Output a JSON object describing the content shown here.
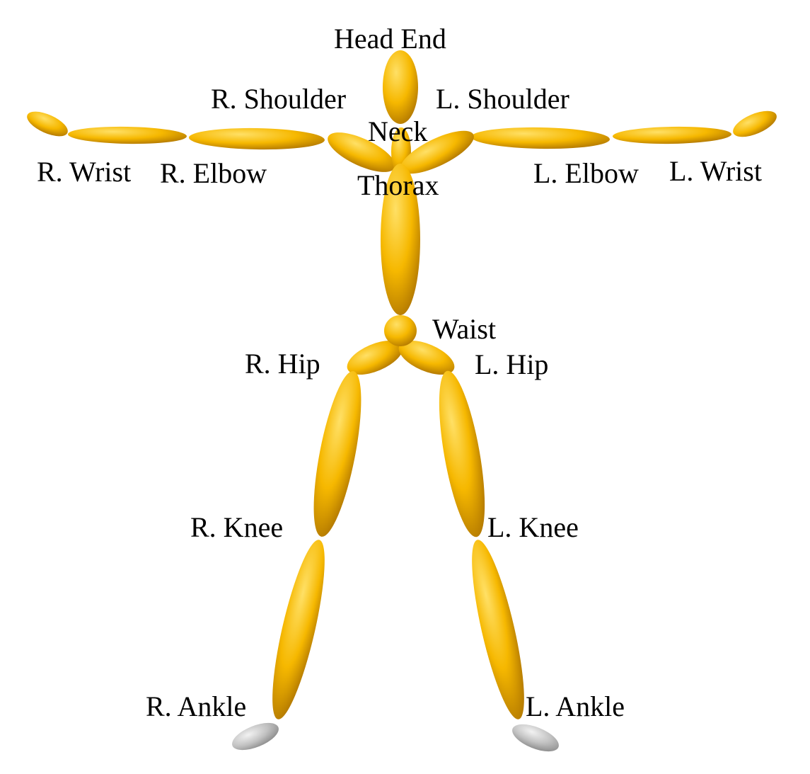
{
  "colors": {
    "bone_light": "#FFE066",
    "bone_mid": "#F6B800",
    "bone_dark": "#B27800",
    "foot_light": "#F2F2F2",
    "foot_mid": "#C2C2C2",
    "foot_dark": "#8C8C8C",
    "label": "#000000",
    "background": "#FFFFFF"
  },
  "labels": {
    "head_end": "Head End",
    "neck": "Neck",
    "thorax": "Thorax",
    "r_shoulder": "R. Shoulder",
    "l_shoulder": "L. Shoulder",
    "r_elbow": "R. Elbow",
    "l_elbow": "L. Elbow",
    "r_wrist": "R. Wrist",
    "l_wrist": "L. Wrist",
    "waist": "Waist",
    "r_hip": "R. Hip",
    "l_hip": "L. Hip",
    "r_knee": "R. Knee",
    "l_knee": "L. Knee",
    "r_ankle": "R. Ankle",
    "l_ankle": "L. Ankle"
  }
}
